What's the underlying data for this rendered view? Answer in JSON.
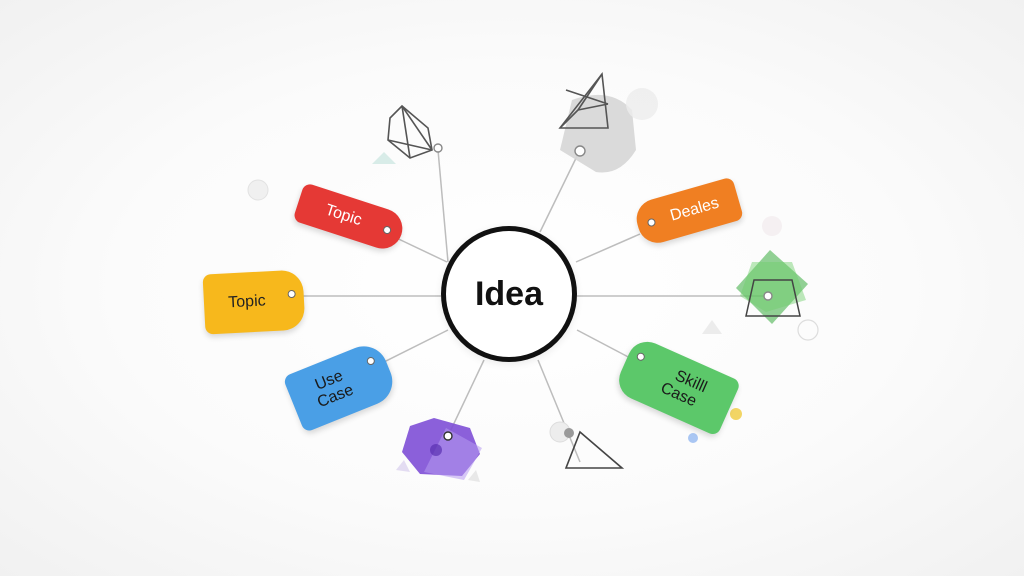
{
  "center": {
    "label": "Idea"
  },
  "tags": [
    {
      "id": "topic-red",
      "label": "Topic",
      "color": "#e53935",
      "text_color": "#ffffff"
    },
    {
      "id": "topic-yellow",
      "label": "Topic",
      "color": "#f7b81c",
      "text_color": "#222222"
    },
    {
      "id": "use-case",
      "label_line1": "Use",
      "label_line2": "Case",
      "color": "#4a9fe6",
      "text_color": "#1a1a1a"
    },
    {
      "id": "deales",
      "label": "Deales",
      "color": "#f07f22",
      "text_color": "#ffffff"
    },
    {
      "id": "skill-case",
      "label_line1": "Skilll",
      "label_line2": "Case",
      "color": "#5cc86a",
      "text_color": "#1a1a1a"
    }
  ],
  "colors": {
    "line": "#bdbdbd",
    "outline": "#555555",
    "purple": "#7e4fd6",
    "green_shape": "#58b85c",
    "gray_shape": "#d6d6d6"
  }
}
